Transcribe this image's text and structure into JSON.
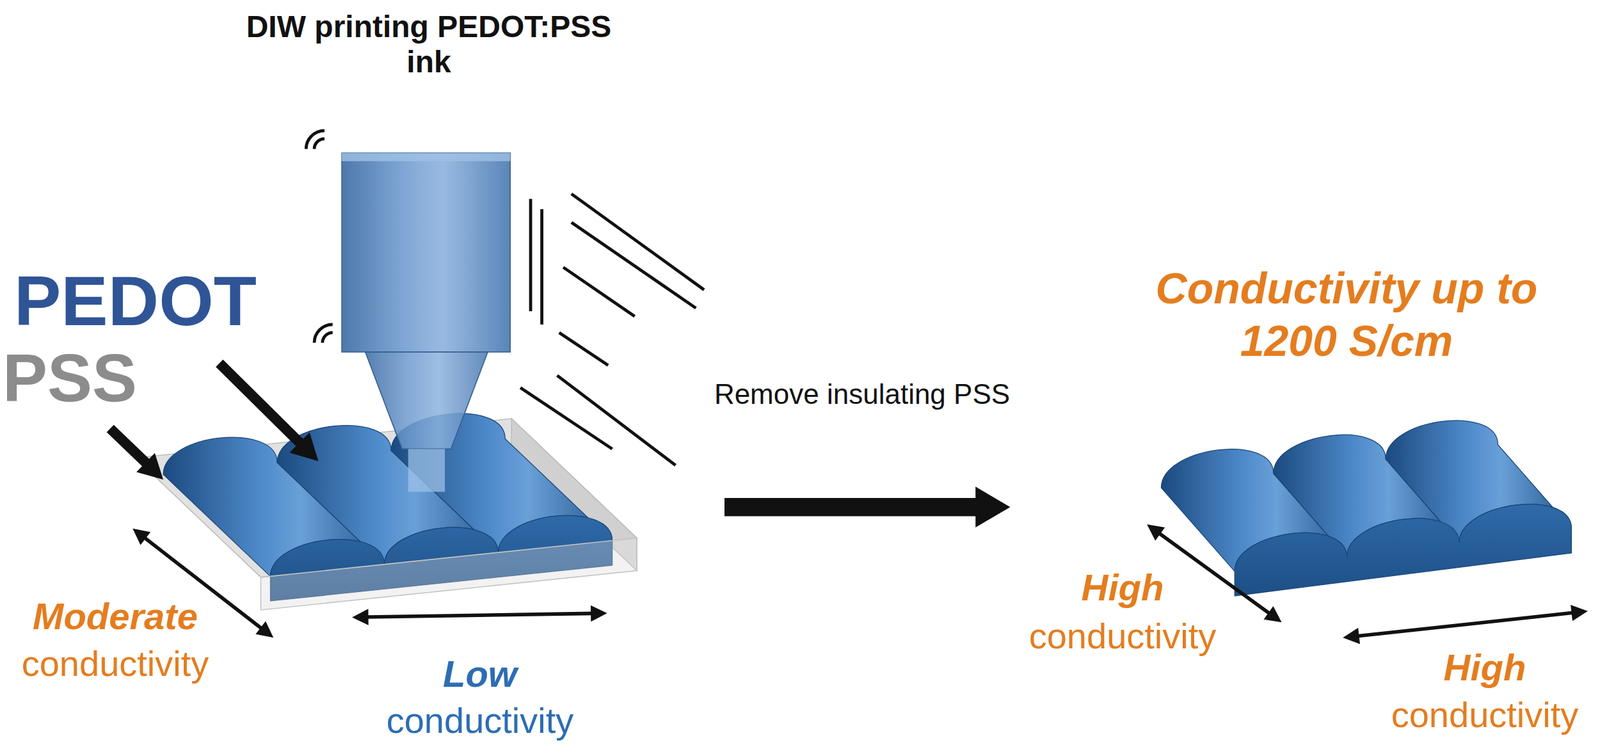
{
  "diagram": {
    "labels": [
      "DIW printing PEDOT:PSS ink",
      "PEDOT",
      "PSS",
      "Remove insulating PSS",
      "Conductivity up to 1200 S/cm",
      "Moderate",
      "conductivity",
      "Low",
      "conductivity",
      "High",
      "conductivity",
      "High",
      "conductivity"
    ]
  }
}
